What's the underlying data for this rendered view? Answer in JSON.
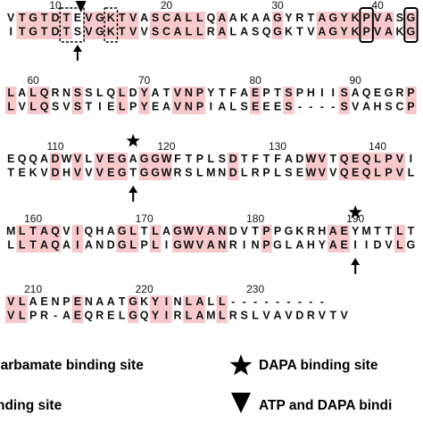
{
  "colors": {
    "highlight": "#f7c9cb",
    "text": "#111111",
    "box": "#000000"
  },
  "blocks": [
    {
      "numbers": [
        "10",
        "20",
        "30",
        "40"
      ],
      "seq1": "VTGTDTEVGKTVASCALLQAAKAAGYRTAGYKPVASG",
      "seq2": "ITGTDTSVGKTVVSCALLRALASQGKTVAGYKPVAKG"
    },
    {
      "numbers": [
        "60",
        "70",
        "80",
        "90"
      ],
      "seq1": "LALQRNSSLQLDYATVNPYTFAEPTSPHIISAQEGRP",
      "seq2": "LVLQSVSTIELPYEAVNPIALSEEES----SVAHSCP"
    },
    {
      "numbers": [
        "110",
        "120",
        "130",
        "140"
      ],
      "seq1": "EQQADWVLVEGAGGWFTPLSDTFTFADWVTQEQLPVI",
      "seq2": "TEKVDHVVVEGTGGWRSLMNDLRPLSEWVVQEQLPVL"
    },
    {
      "numbers": [
        "160",
        "170",
        "180",
        "190"
      ],
      "seq1": "MLTAQVIQHAGLTLAGWVANDVTPPGKRHAEYMTTLT",
      "seq2": "LLTAQAIANDGLPLIGWVANRINPGLAHYAEIIDVLG"
    },
    {
      "numbers": [
        "210",
        "220",
        "230"
      ],
      "seq1": "VLAENPENAATGKYINLALL---------",
      "seq2": "VLPR-AEQRELGQYIRLAMLRSLVAVDRVTV"
    }
  ],
  "legend": {
    "carbamate": "carbamate binding site",
    "dapa": "DAPA binding site",
    "nding": "nding site",
    "atp": "ATP and DAPA bindi"
  }
}
